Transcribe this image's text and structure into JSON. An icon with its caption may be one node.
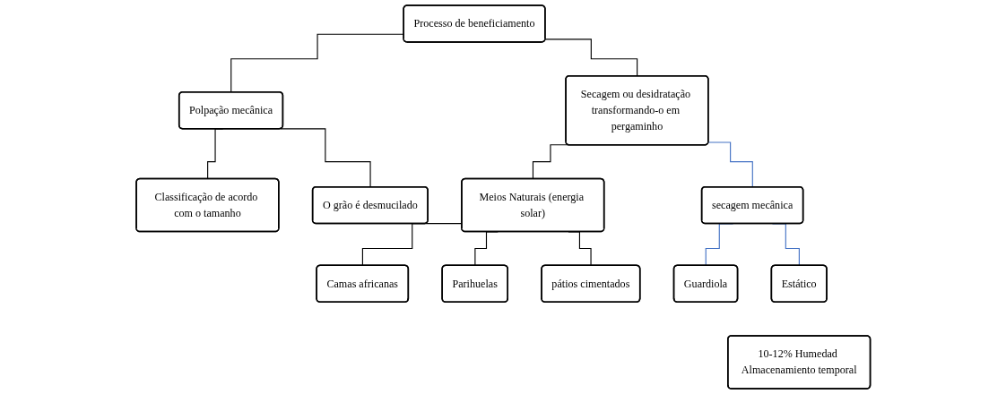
{
  "diagram": {
    "nodes": [
      {
        "text": [
          "Processo de beneficiamento"
        ]
      },
      {
        "text": [
          "Polpação mecânica"
        ]
      },
      {
        "text": [
          "Secagem ou desidratação transformando-o em pergaminho"
        ]
      },
      {
        "text": [
          "Classificação de acordo com o tamanho"
        ]
      },
      {
        "text": [
          "O grão é desmucilado"
        ]
      },
      {
        "text": [
          "Meios Naturais (energia solar)"
        ]
      },
      {
        "text": [
          "secagem mecânica"
        ]
      },
      {
        "text": [
          "Camas africanas"
        ]
      },
      {
        "text": [
          "Parihuelas"
        ]
      },
      {
        "text": [
          "pátios cimentados"
        ]
      },
      {
        "text": [
          "Guardiola"
        ]
      },
      {
        "text": [
          "Estático"
        ]
      },
      {
        "text": [
          "10-12% Humedad Almacenamiento temporal"
        ]
      }
    ],
    "edges": [
      {
        "from": 0,
        "to": 1,
        "arrow": "none"
      },
      {
        "from": 0,
        "to": 2,
        "arrow": "none"
      },
      {
        "from": 1,
        "to": 3,
        "arrow": "none"
      },
      {
        "from": 1,
        "to": 4,
        "arrow": "none"
      },
      {
        "from": 2,
        "to": 5,
        "arrow": "none"
      },
      {
        "from": 2,
        "to": 6,
        "arrow": "none",
        "color": "#4472c4"
      },
      {
        "from": 5,
        "to": 7,
        "arrow": "none"
      },
      {
        "from": 5,
        "to": 8,
        "arrow": "none"
      },
      {
        "from": 5,
        "to": 9,
        "arrow": "none"
      },
      {
        "from": 6,
        "to": 10,
        "arrow": "none",
        "color": "#4472c4"
      },
      {
        "from": 6,
        "to": 11,
        "arrow": "none",
        "color": "#4472c4"
      }
    ]
  }
}
